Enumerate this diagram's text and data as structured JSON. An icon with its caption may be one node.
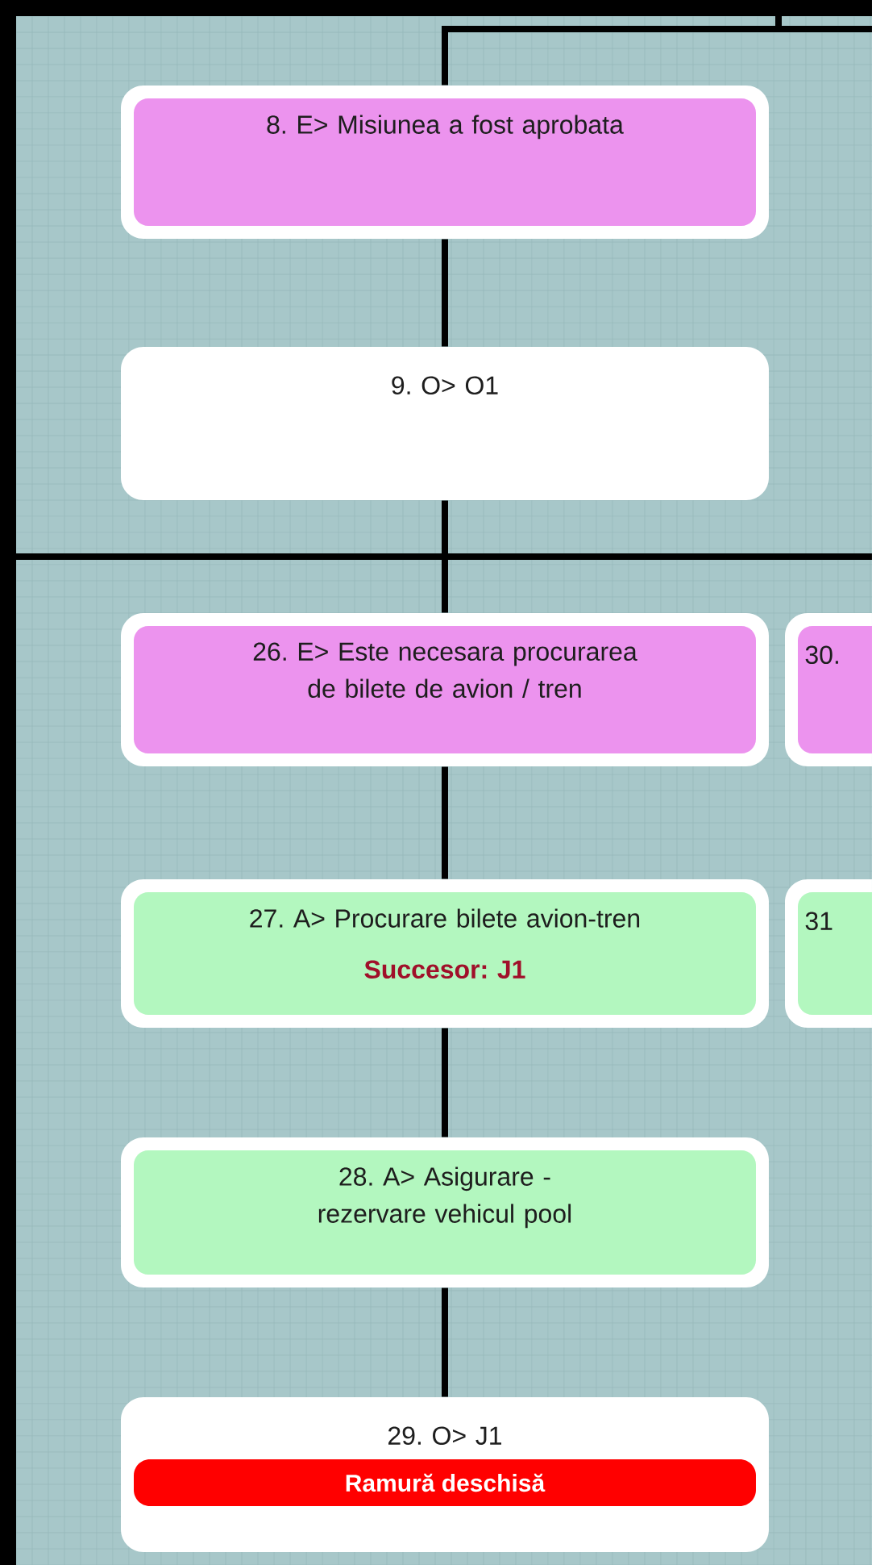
{
  "diagram": {
    "nodes": [
      {
        "text": [
          "8. E> Misiunea a fost aprobata"
        ]
      },
      {
        "text": [
          "9. O> O1"
        ]
      },
      {
        "text": [
          "26. E> Este necesara procurarea de bilete de avion / tren"
        ]
      },
      {
        "text": [
          "30."
        ]
      },
      {
        "text": [
          "27. A> Procurare bilete avion-tren",
          "Succesor: J1"
        ]
      },
      {
        "text": [
          "31"
        ]
      },
      {
        "text": [
          "28. A> Asigurare - rezervare vehicul pool"
        ]
      },
      {
        "text": [
          "29. O> J1",
          "Ramură deschisă"
        ]
      }
    ],
    "edges": [
      {
        "from": null,
        "to": 0,
        "arrow": "none"
      },
      {
        "from": 0,
        "to": 1,
        "arrow": "none"
      },
      {
        "from": 1,
        "to": 2,
        "arrow": "none"
      },
      {
        "from": 2,
        "to": 4,
        "arrow": "none"
      },
      {
        "from": 4,
        "to": 6,
        "arrow": "none"
      },
      {
        "from": 6,
        "to": 7,
        "arrow": "none"
      }
    ]
  }
}
